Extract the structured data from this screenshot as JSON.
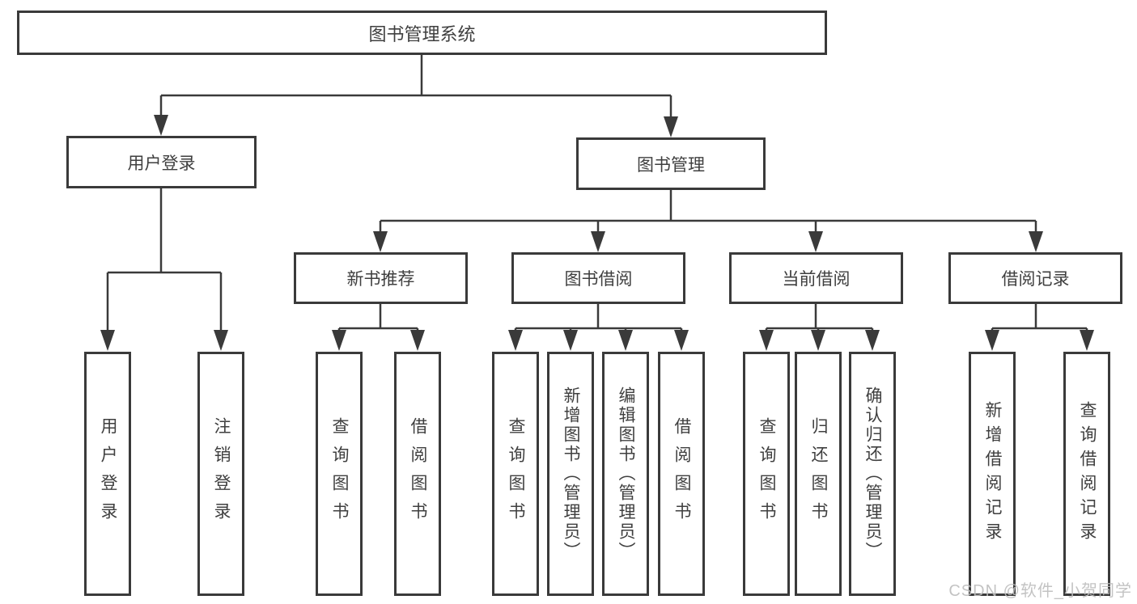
{
  "diagram": {
    "root": "图书管理系统",
    "level2": [
      "用户登录",
      "图书管理"
    ],
    "level3": [
      "新书推荐",
      "图书借阅",
      "当前借阅",
      "借阅记录"
    ],
    "leaves": {
      "user_login": [
        "用户登录",
        "注销登录"
      ],
      "new_books": [
        "查询图书",
        "借阅图书"
      ],
      "book_borrow": [
        "查询图书",
        "新增图书（管理员）",
        "编辑图书（管理员）",
        "借阅图书"
      ],
      "current_borrow": [
        "查询图书",
        "归还图书",
        "确认归还（管理员）"
      ],
      "borrow_records": [
        "新增借阅记录",
        "查询借阅记录"
      ]
    }
  },
  "watermark": "CSDN @软件_小贺同学",
  "colors": {
    "line": "#3a3a3a",
    "text": "#3f3f3f",
    "background": "#ffffff",
    "watermark": "#bdbdbd"
  }
}
